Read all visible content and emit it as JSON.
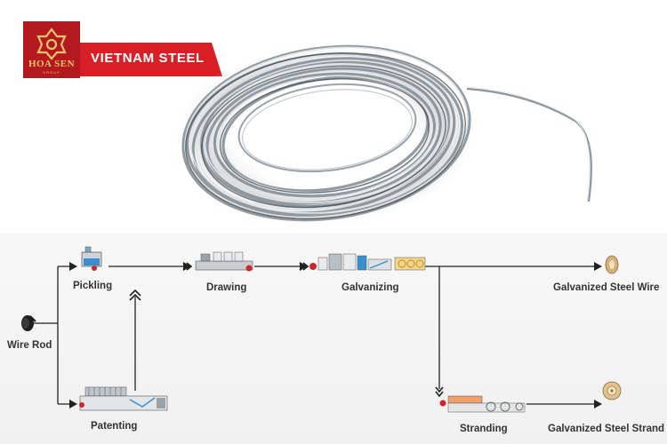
{
  "brand": {
    "logo_name": "HOA SEN",
    "logo_sub": "GROUP",
    "banner": "VIETNAM STEEL",
    "colors": {
      "primary_red": "#d81f26",
      "logo_red": "#b3191f",
      "gold": "#e9c46a"
    }
  },
  "photo": {
    "subject": "galvanized-steel-wire-coil"
  },
  "process": {
    "nodes": {
      "wire_rod": "Wire Rod",
      "pickling": "Pickling",
      "patenting": "Patenting",
      "drawing": "Drawing",
      "galvanizing": "Galvanizing",
      "stranding": "Stranding",
      "galvanized_wire": "Galvanized Steel Wire",
      "galvanized_strand": "Galvanized Steel Strand"
    },
    "colors": {
      "line": "#222222",
      "accent_red": "#d0242a",
      "blue": "#3a8fd0"
    }
  }
}
